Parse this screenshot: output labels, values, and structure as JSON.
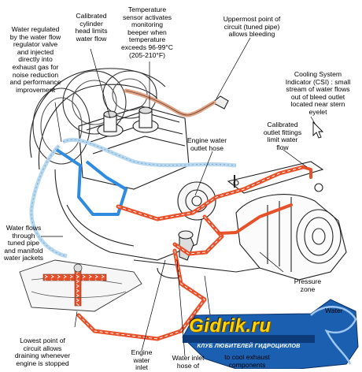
{
  "labels": {
    "water_regulated": "Water regulated\nby the water flow\nregulator valve\nand injected\ndirectly into\nexhaust gas for\nnoise reduction\nand performance\nimprovement",
    "calibrated_head": "Calibrated\ncylinder\nhead limits\nwater flow",
    "temp_sensor": "Temperature\nsensor activates\nmonitoring\nbeeper when\ntemperature\nexceeds 96-99°C\n(205-210°F)",
    "uppermost_point": "Uppermost point of\ncircuit (tuned pipe)\nallows bleeding",
    "csi": "Cooling System\nIndicator (CSI) : small\nstream of water flows\nout of bleed outlet\nlocated near stern\neyelet",
    "calibrated_outlet": "Calibrated\noutlet fittings\nlimit water\nflow",
    "engine_outlet_hose": "Engine water\noutlet hose",
    "water_flows_tuned": "Water flows\nthrough\ntuned pipe\nand manifold\nwater jackets",
    "pressure_zone": "Pressure\nzone",
    "water_right_partial": "Water",
    "lowest_point": "Lowest  point of\ncircuit allows\ndraining whenever\nengine is stopped",
    "engine_water_inlet": "Engine\nwater\ninlet",
    "water_inlet_hose": "Water inlet\nhose of",
    "cool_exhaust": "to cool exhaust\ncomponents"
  },
  "logo": {
    "name": "Gidrik.ru",
    "tagline": "КЛУБ ЛЮБИТЕЛЕЙ ГИДРОЦИКЛОВ"
  },
  "colors": {
    "hot_water": "#e8502a",
    "cold_water": "#2f8be0",
    "bleed_line": "#b8d8ef",
    "pipe_copper": "#e0a383",
    "logo_blue": "#1b5fb0",
    "logo_yellow": "#ffd200"
  }
}
